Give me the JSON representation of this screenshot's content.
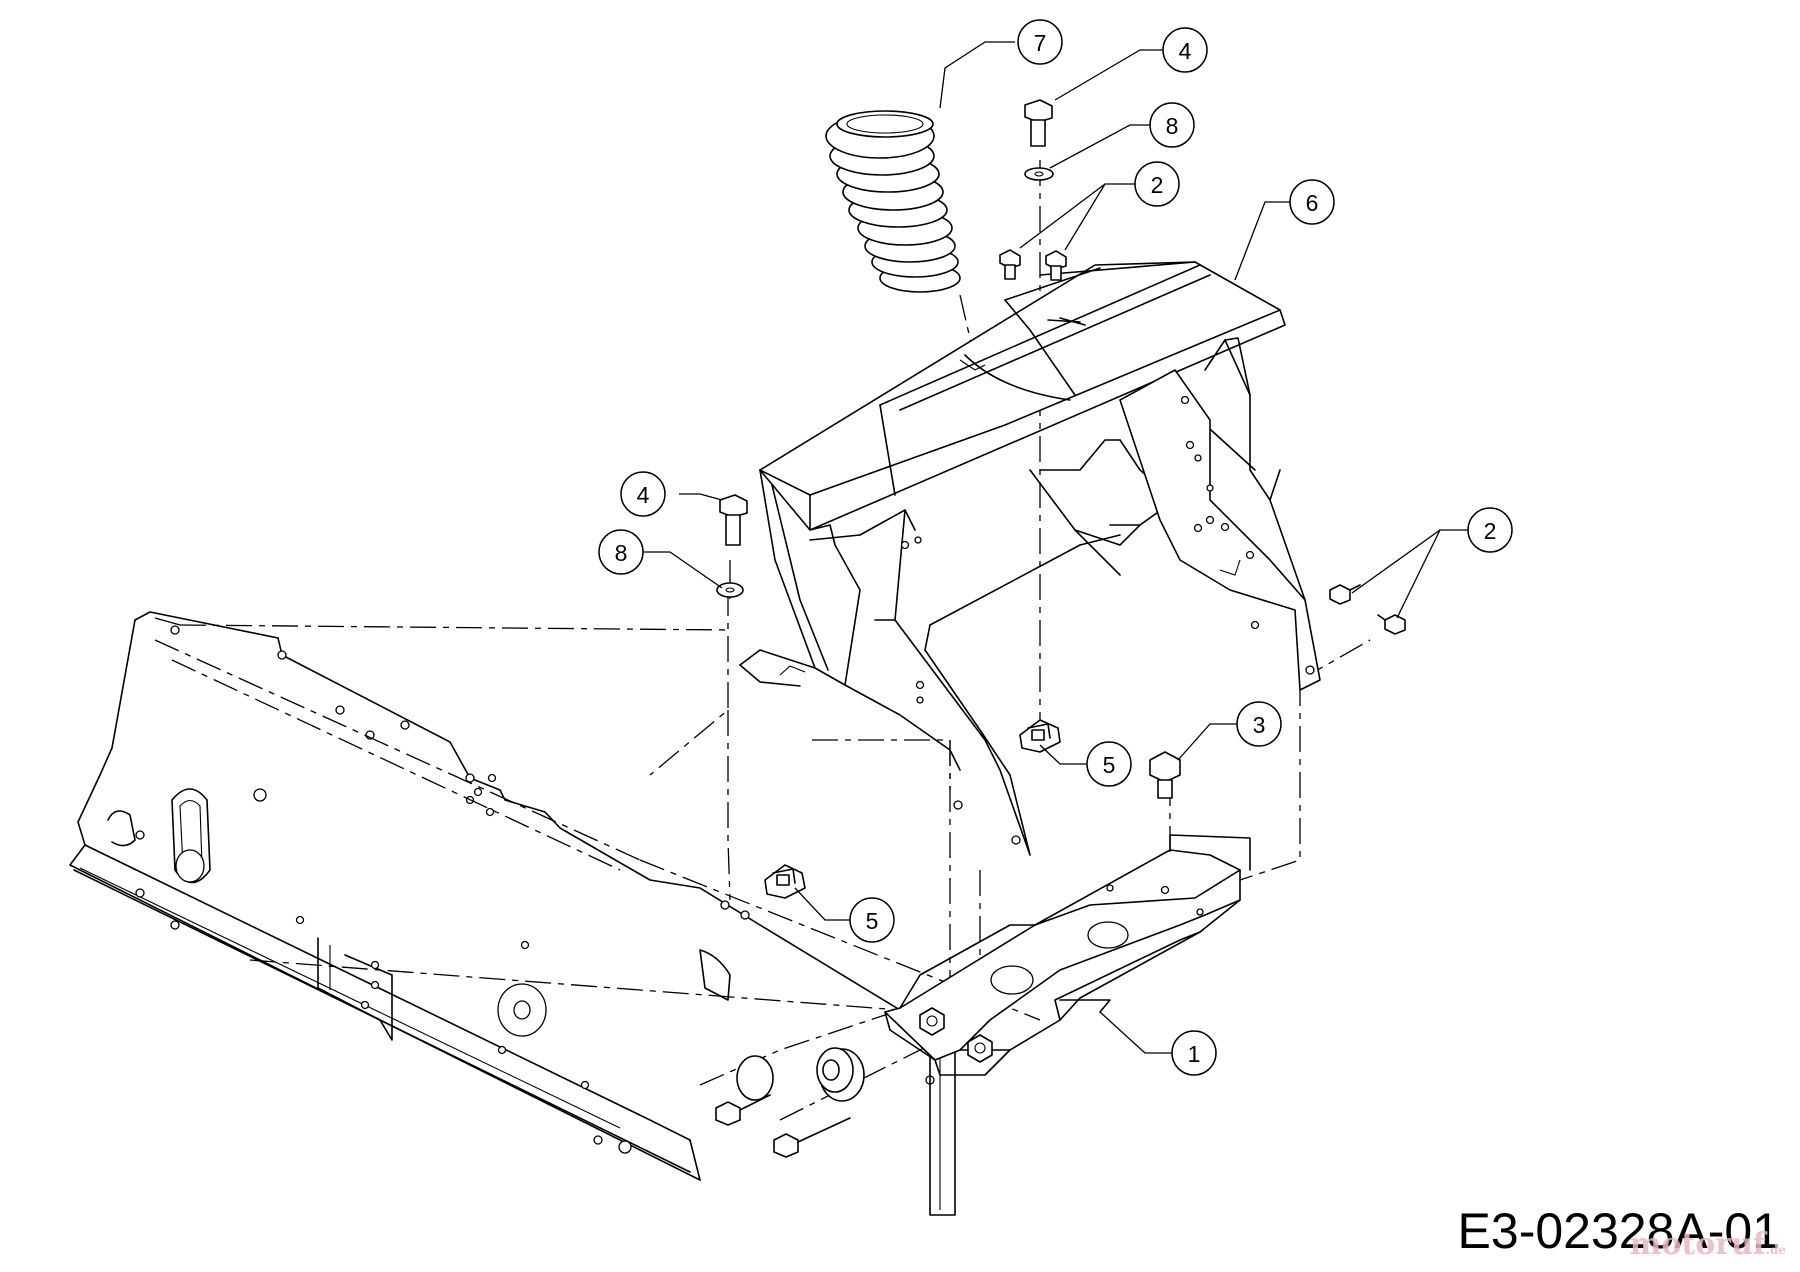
{
  "diagram": {
    "drawing_code": "E3-02328A-01",
    "watermark": {
      "brand": "motoruf",
      "suffix": ".de"
    },
    "callouts": [
      {
        "id": "c7",
        "label": "7"
      },
      {
        "id": "c4a",
        "label": "4"
      },
      {
        "id": "c8a",
        "label": "8"
      },
      {
        "id": "c2a",
        "label": "2"
      },
      {
        "id": "c6",
        "label": "6"
      },
      {
        "id": "c4b",
        "label": "4"
      },
      {
        "id": "c8b",
        "label": "8"
      },
      {
        "id": "c2b",
        "label": "2"
      },
      {
        "id": "c3",
        "label": "3"
      },
      {
        "id": "c5a",
        "label": "5"
      },
      {
        "id": "c5b",
        "label": "5"
      },
      {
        "id": "c1",
        "label": "1"
      }
    ]
  }
}
